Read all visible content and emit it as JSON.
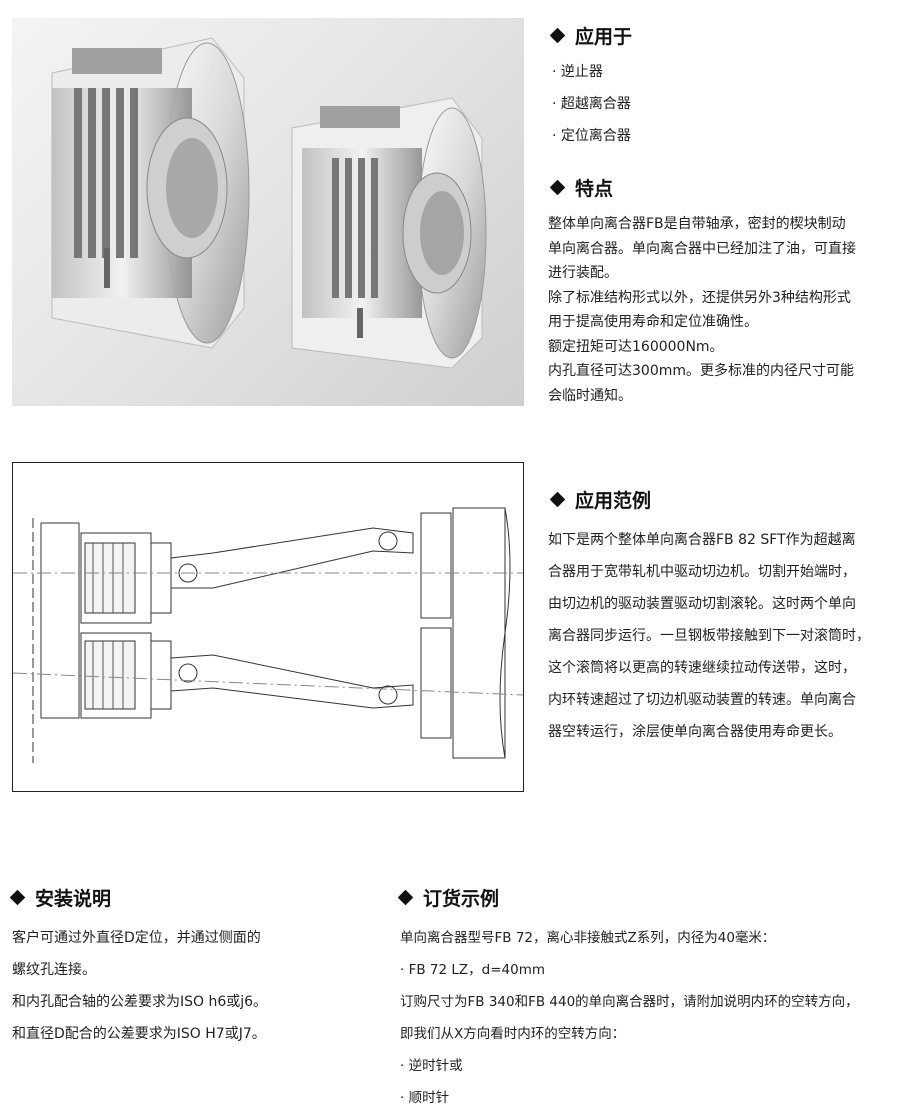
{
  "images": {
    "photo_icon": "clutch-product-photo",
    "diagram_icon": "application-drawing"
  },
  "sections": {
    "application": {
      "heading": "应用于",
      "items": [
        "· 逆止器",
        "· 超越离合器",
        "· 定位离合器"
      ]
    },
    "features": {
      "heading": "特点",
      "lines": [
        "整体单向离合器FB是自带轴承，密封的楔块制动",
        "单向离合器。单向离合器中已经加注了油，可直接",
        "进行装配。",
        "除了标准结构形式以外，还提供另外3种结构形式",
        "用于提高使用寿命和定位准确性。",
        "额定扭矩可达160000Nm。",
        "内孔直径可达300mm。更多标准的内径尺寸可能",
        "会临时通知。"
      ]
    },
    "example": {
      "heading": "应用范例",
      "lines": [
        "如下是两个整体单向离合器FB 82 SFT作为超越离",
        "合器用于宽带轧机中驱动切边机。切割开始端时，",
        "由切边机的驱动装置驱动切割滚轮。这时两个单向",
        "离合器同步运行。一旦钢板带接触到下一对滚筒时，",
        "这个滚筒将以更高的转速继续拉动传送带，这时，",
        "内环转速超过了切边机驱动装置的转速。单向离合",
        "器空转运行，涂层使单向离合器使用寿命更长。"
      ]
    },
    "install": {
      "heading": "安装说明",
      "lines": [
        "客户可通过外直径D定位，并通过侧面的",
        "螺纹孔连接。",
        "和内孔配合轴的公差要求为ISO h6或j6。",
        "和直径D配合的公差要求为ISO H7或J7。"
      ]
    },
    "order": {
      "heading": "订货示例",
      "lines": [
        "单向离合器型号FB 72，离心非接触式Z系列，内径为40毫米：",
        "· FB 72 LZ，d=40mm",
        "订购尺寸为FB 340和FB 440的单向离合器时，请附加说明内环的空转方向，",
        "即我们从X方向看时内环的空转方向：",
        "· 逆时针或",
        "· 顺时针"
      ]
    }
  }
}
